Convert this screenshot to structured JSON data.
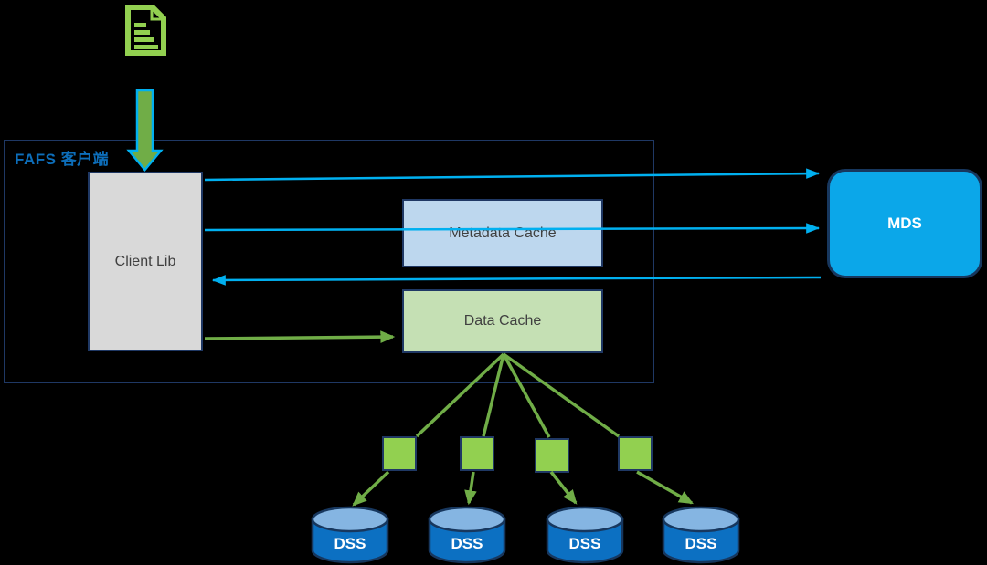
{
  "diagram": {
    "group": {
      "label": "FAFS 客户端"
    },
    "nodes": {
      "client_lib": "Client Lib",
      "metadata_cache": "Metadata Cache",
      "data_cache": "Data Cache",
      "mds": "MDS",
      "dss": [
        "DSS",
        "DSS",
        "DSS",
        "DSS"
      ]
    },
    "icons": [
      "document-icon",
      "thick-down-arrow-icon"
    ],
    "connectors": [
      {
        "from": "document-icon",
        "to": "client-lib",
        "style": "thick-green-down-arrow"
      },
      {
        "from": "client-lib",
        "to": "mds",
        "style": "blue-arrow"
      },
      {
        "from": "client-lib",
        "to": "mds",
        "style": "blue-arrow",
        "via": "metadata-cache"
      },
      {
        "from": "mds",
        "to": "client-lib",
        "style": "blue-arrow"
      },
      {
        "from": "client-lib",
        "to": "data-cache",
        "style": "green-arrow"
      },
      {
        "from": "data-cache",
        "to": "shard-1",
        "style": "green-line"
      },
      {
        "from": "data-cache",
        "to": "shard-2",
        "style": "green-line"
      },
      {
        "from": "data-cache",
        "to": "shard-3",
        "style": "green-line"
      },
      {
        "from": "data-cache",
        "to": "shard-4",
        "style": "green-line"
      },
      {
        "from": "shard-1",
        "to": "dss-1",
        "style": "green-arrow"
      },
      {
        "from": "shard-2",
        "to": "dss-2",
        "style": "green-arrow"
      },
      {
        "from": "shard-3",
        "to": "dss-3",
        "style": "green-arrow"
      },
      {
        "from": "shard-4",
        "to": "dss-4",
        "style": "green-arrow"
      }
    ],
    "colors": {
      "background": "#000000",
      "box_border": "#1f3864",
      "blue_arrow": "#00b0f0",
      "green_arrow": "#70ad47",
      "shard_fill": "#92d050",
      "client_lib_fill": "#d9d9d9",
      "metadata_cache_fill": "#bdd7ee",
      "data_cache_fill": "#c5e0b4",
      "mds_fill": "#0ba7e9",
      "dss_body_fill": "#0c70c2",
      "dss_top_fill": "#85b5e2",
      "group_label_color": "#0d6eba"
    }
  }
}
